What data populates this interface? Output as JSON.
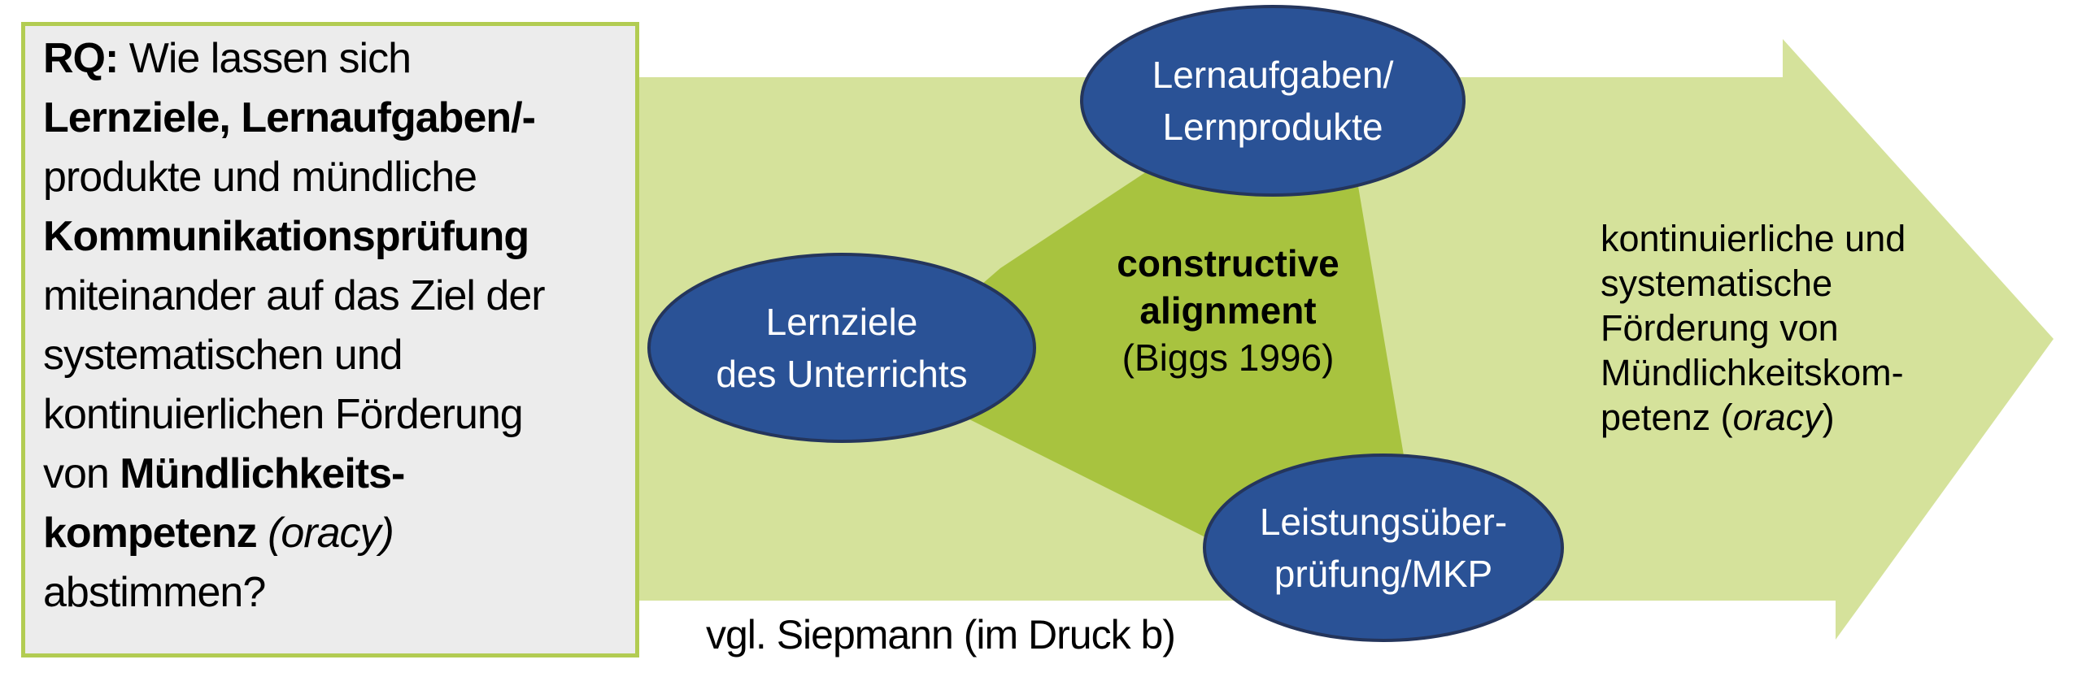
{
  "colors": {
    "arrow_green": "#d5e29b",
    "alignment_green": "#a8c33f",
    "box_border": "#b2cc52",
    "box_fill": "#ececec",
    "ellipse_fill": "#2a5296",
    "ellipse_stroke": "#24355c",
    "text_black": "#000000",
    "text_white": "#ffffff"
  },
  "rq_box": {
    "lines": [
      {
        "segments": [
          {
            "text": "RQ:"
          },
          {
            "text": " Wie lassen sich"
          }
        ]
      },
      {
        "segments": [
          {
            "text": "Lernziele, Lernaufgaben/-"
          }
        ]
      },
      {
        "segments": [
          {
            "text": "produkte und mündliche"
          }
        ]
      },
      {
        "segments": [
          {
            "text": "Kommunikationsprüfung"
          }
        ]
      },
      {
        "segments": [
          {
            "text": "miteinander auf das Ziel der"
          }
        ]
      },
      {
        "segments": [
          {
            "text": "systematischen und"
          }
        ]
      },
      {
        "segments": [
          {
            "text": "kontinuierlichen Förderung"
          }
        ]
      },
      {
        "segments": [
          {
            "text": "von "
          },
          {
            "text": "Mündlichkeits-"
          }
        ]
      },
      {
        "segments": [
          {
            "text": "kompetenz "
          },
          {
            "text": "(oracy)"
          }
        ]
      },
      {
        "segments": [
          {
            "text": "abstimmen?"
          }
        ]
      }
    ]
  },
  "diagram": {
    "ellipses": [
      {
        "id": "lernaufgaben",
        "lines": [
          "Lernaufgaben/",
          "Lernprodukte"
        ]
      },
      {
        "id": "lernziele",
        "lines": [
          "Lernziele",
          "des Unterrichts"
        ]
      },
      {
        "id": "leistungsueberpruefung",
        "lines": [
          "Leistungsüber-",
          "prüfung/MKP"
        ]
      }
    ],
    "center_label": {
      "line1": "constructive",
      "line2": "alignment",
      "line3": "(Biggs 1996)"
    },
    "right_note": {
      "lines": [
        "kontinuierliche und",
        "systematische",
        "Förderung von",
        "Mündlichkeitskom-"
      ],
      "last_line_prefix": "petenz (",
      "last_line_italic": "oracy",
      "last_line_suffix": ")"
    }
  },
  "caption": "vgl. Siepmann (im Druck b)"
}
